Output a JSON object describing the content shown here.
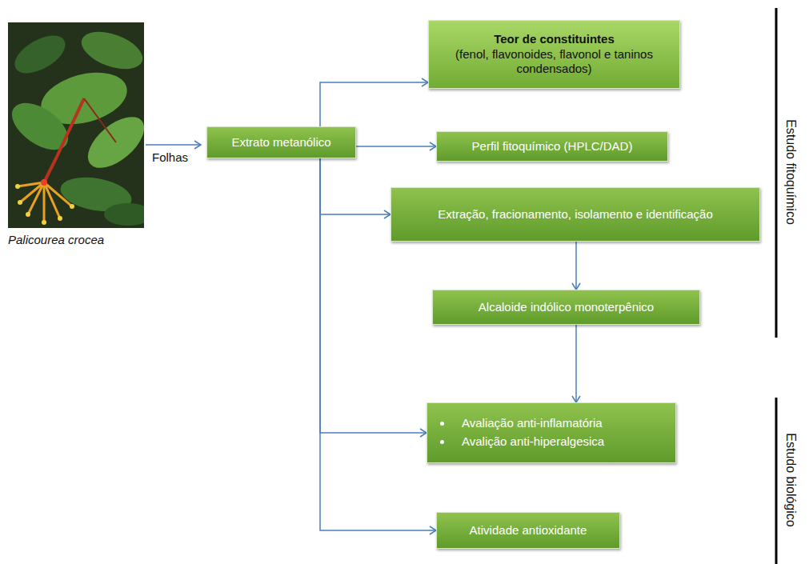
{
  "diagram": {
    "nodes": [
      {
        "text": [
          "Extrato metanólico"
        ]
      },
      {
        "text": [
          "Teor de constituintes",
          "(fenol, flavonoides, flavonol e taninos condensados)"
        ]
      },
      {
        "text": [
          "Perfil fitoquímico (HPLC/DAD)"
        ]
      },
      {
        "text": [
          "Extração, fracionamento, isolamento e identificação"
        ]
      },
      {
        "text": [
          "Alcaloide indólico monoterpênico"
        ]
      },
      {
        "text": [
          "Avaliação anti-inflamatória",
          "Avalição anti-hiperalgesica"
        ]
      },
      {
        "text": [
          "Atividade antioxidante"
        ]
      }
    ],
    "edges": [
      {
        "from": 0,
        "to": 1,
        "arrow": "to"
      },
      {
        "from": 0,
        "to": 2,
        "arrow": "to"
      },
      {
        "from": 0,
        "to": 3,
        "arrow": "to"
      },
      {
        "from": 0,
        "to": 5,
        "arrow": "to"
      },
      {
        "from": 0,
        "to": 6,
        "arrow": "to"
      },
      {
        "from": 3,
        "to": 4,
        "arrow": "to"
      },
      {
        "from": 4,
        "to": 5,
        "arrow": "to"
      }
    ],
    "labels": [
      "Folhas",
      "Palicourea crocea",
      "Estudo fitoquímico",
      "Estudo biológico"
    ]
  }
}
